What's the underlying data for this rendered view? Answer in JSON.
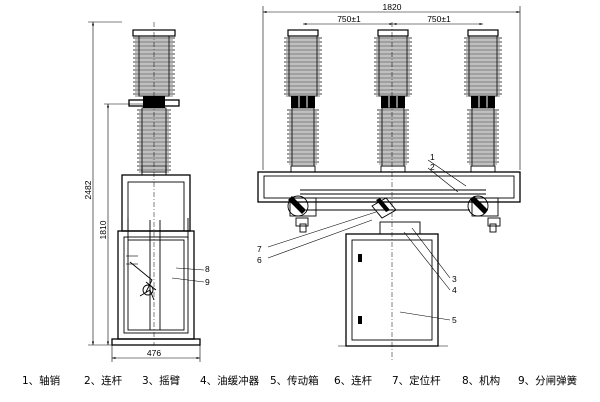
{
  "dimensions": {
    "total_height": "2482",
    "body_height": "1810",
    "base_width": "476",
    "total_width": "1820",
    "phase_spacing_left": "750±1",
    "phase_spacing_right": "750±1"
  },
  "callouts": {
    "side": [
      "8",
      "9"
    ],
    "front_top": [
      "1",
      "2"
    ],
    "front_left": [
      "7",
      "6"
    ],
    "front_right": [
      "3",
      "4"
    ],
    "front_box": "5"
  },
  "legend": [
    "1、轴销",
    "2、连杆",
    "3、摇臂",
    "4、油缓冲器",
    "5、传动箱",
    "6、连杆",
    "7、定位杆",
    "8、机构",
    "9、分闸弹簧"
  ]
}
